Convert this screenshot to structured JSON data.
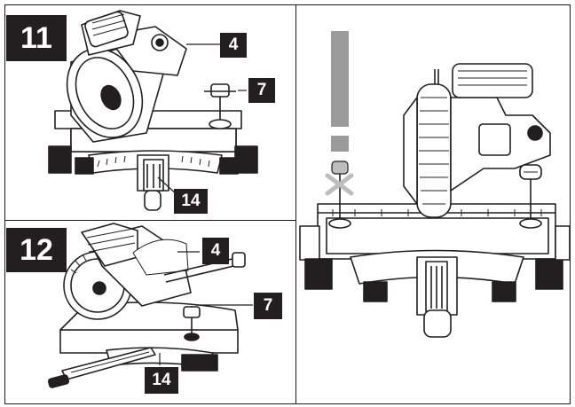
{
  "figures": [
    {
      "id": "fig11",
      "number": "11",
      "callouts": [
        {
          "label": "4"
        },
        {
          "label": "7"
        },
        {
          "label": "14"
        }
      ]
    },
    {
      "id": "fig12",
      "number": "12",
      "callouts": [
        {
          "label": "4"
        },
        {
          "label": "7"
        },
        {
          "label": "14"
        }
      ]
    }
  ],
  "warning_symbol": "!",
  "colors": {
    "ink": "#231f20",
    "frame": "#1a1a1a",
    "warning_gray": "#9b9b9b",
    "paper": "#ffffff"
  }
}
